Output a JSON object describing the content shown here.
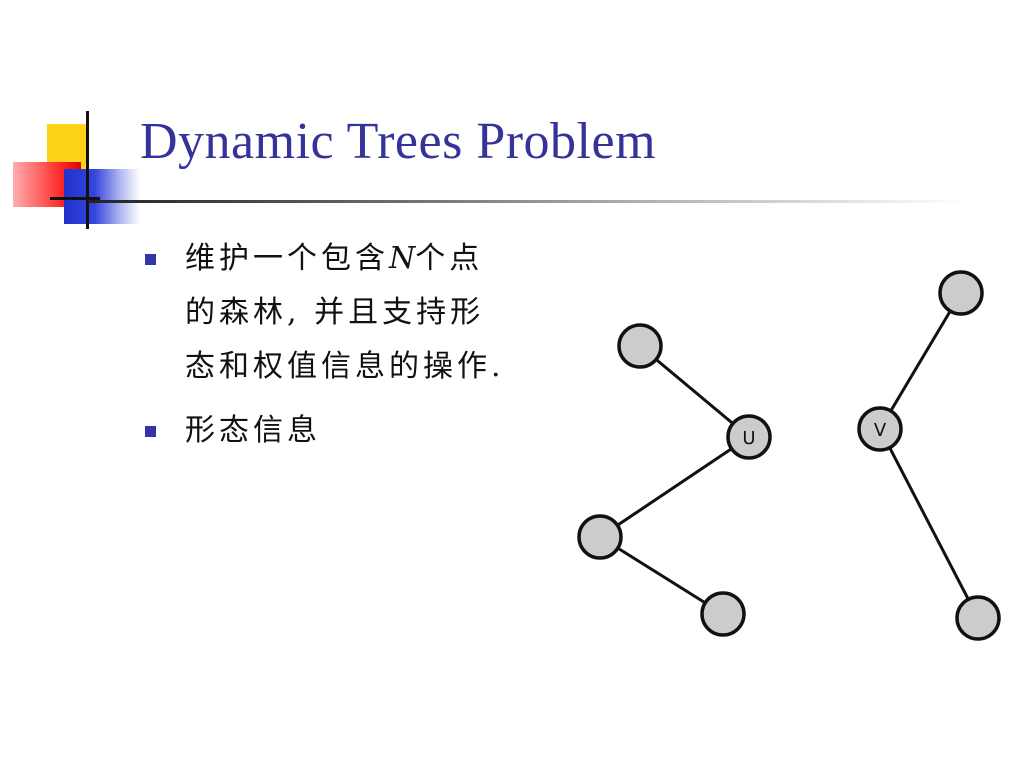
{
  "slide": {
    "title": "Dynamic Trees Problem",
    "bullets": [
      {
        "before": "维护一个包含",
        "italic": "N",
        "after": "个点\n的森林, 并且支持形\n态和权值信息的操作."
      },
      {
        "before": "形态信息",
        "italic": "",
        "after": ""
      }
    ]
  },
  "diagram": {
    "labels": {
      "u": "U",
      "v": "V"
    }
  },
  "colors": {
    "title": "#333399",
    "bullet": "#3333AA",
    "node_fill": "#CCCCCC",
    "accent_yellow": "#FFD31A",
    "accent_red": "#FF2A2A",
    "accent_blue": "#2233CC"
  }
}
